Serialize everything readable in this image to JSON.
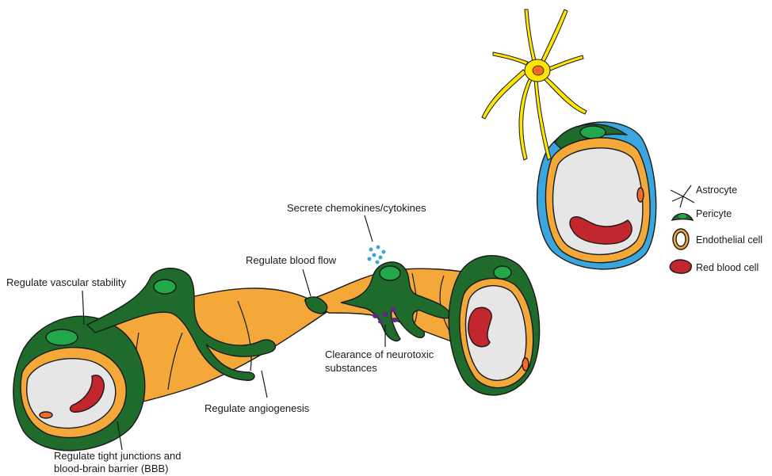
{
  "colors": {
    "pericyte": "#1f6b2c",
    "pericyte_nucleus": "#22a84a",
    "endothelium": "#f5a83a",
    "lumen": "#e6e6e6",
    "rbc": "#c1272d",
    "astrocyte": "#ffe600",
    "astrocyte_nucleus": "#f36b21",
    "basement_membrane": "#3aa6dd",
    "chemokine_dots": "#3aa6dd",
    "neurotoxic_dots": "#5b2a86",
    "endothelial_nucleus": "#ef6b2a"
  },
  "annotations": {
    "vascular_stability": "Regulate vascular stability",
    "blood_flow": "Regulate blood flow",
    "chemokines": "Secrete chemokines/cytokines",
    "clearance_line1": "Clearance of neurotoxic",
    "clearance_line2": "substances",
    "angiogenesis": "Regulate angiogenesis",
    "tight_junctions_line1": "Regulate tight junctions and",
    "tight_junctions_line2": "blood-brain barrier (BBB)"
  },
  "legend": {
    "items": [
      {
        "label": "Astrocyte",
        "icon": "astrocyte-icon"
      },
      {
        "label": "Pericyte",
        "icon": "pericyte-icon"
      },
      {
        "label": "Endothelial cell",
        "icon": "endothelial-cell-icon"
      },
      {
        "label": "Red blood cell",
        "icon": "red-blood-cell-icon"
      }
    ]
  }
}
